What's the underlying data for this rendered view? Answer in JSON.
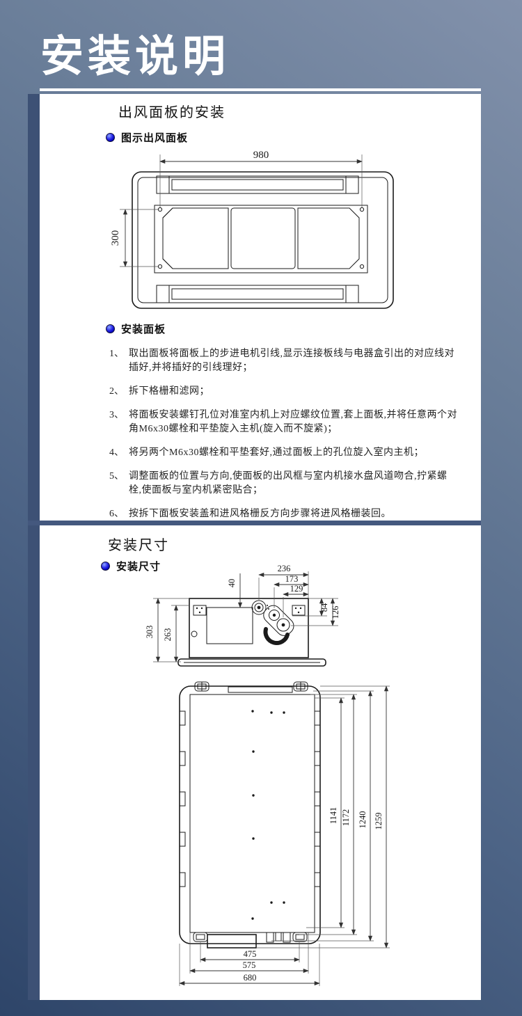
{
  "header": {
    "title": "安装说明"
  },
  "section1": {
    "heading": "出风面板的安装",
    "diagram_bullet_label": "图示出风面板",
    "install_bullet_label": "安装面板",
    "steps": [
      {
        "num": "1、",
        "text": "取出面板将面板上的步进电机引线,显示连接板线与电器盒引出的对应线对插好,并将插好的引线理好；"
      },
      {
        "num": "2、",
        "text": "拆下格栅和滤网；"
      },
      {
        "num": "3、",
        "text": "将面板安装螺钉孔位对准室内机上对应螺纹位置,套上面板,并将任意两个对角M6x30螺栓和平垫旋入主机(旋入而不旋紧)；"
      },
      {
        "num": "4、",
        "text": "将另两个M6x30螺栓和平垫套好,通过面板上的孔位旋入室内主机；"
      },
      {
        "num": "5、",
        "text": "调整面板的位置与方向,使面板的出风框与室内机接水盘风道吻合,拧紧螺栓,使面板与室内机紧密贴合；"
      },
      {
        "num": "6、",
        "text": "按拆下面板安装盖和进风格栅反方向步骤将进风格栅装回。"
      }
    ],
    "panel_diagram": {
      "width_dim": "980",
      "height_dim": "300"
    }
  },
  "section2": {
    "heading": "安装尺寸",
    "bullet_label": "安装尺寸",
    "side_view_dims": {
      "top_236": "236",
      "top_173": "173",
      "top_129": "129",
      "drop_40": "40",
      "right_84": "84",
      "right_126": "126",
      "left_303": "303",
      "left_263": "263"
    },
    "bottom_view_dims": {
      "v_1141": "1141",
      "v_1172": "1172",
      "v_1240": "1240",
      "v_1259": "1259",
      "h_475": "475",
      "h_575": "575",
      "h_680": "680"
    }
  },
  "colors": {
    "background_top": "#8291ab",
    "background_bottom": "#2e4569",
    "panel": "#ffffff",
    "left_strip": "#3d5175",
    "divider": "#44587e",
    "bullet_blue": "#0000c8",
    "title_text": "#ffffff"
  }
}
